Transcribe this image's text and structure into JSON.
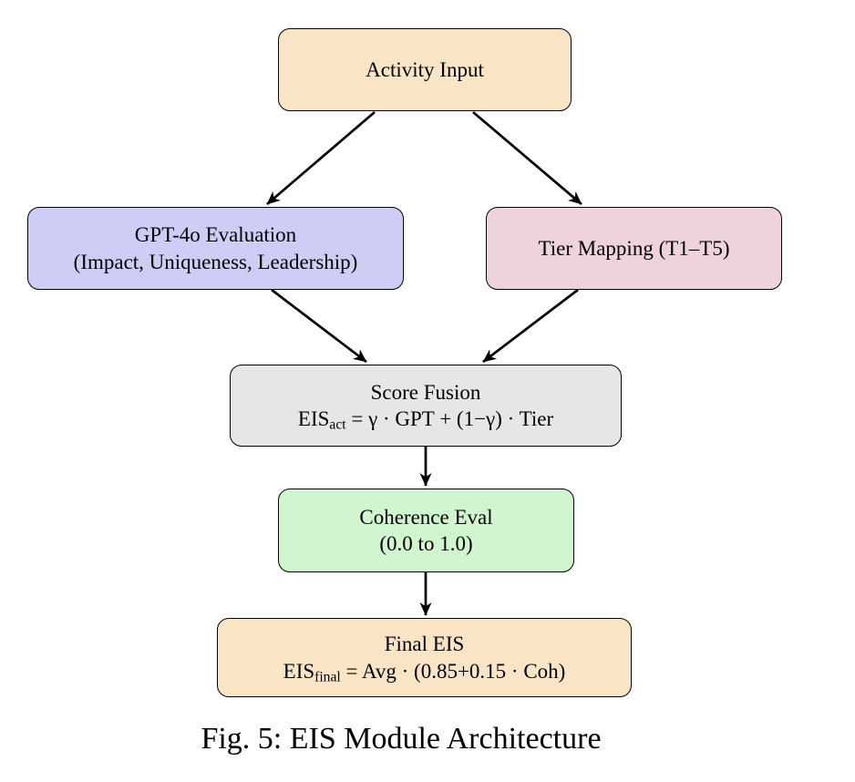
{
  "figure": {
    "caption": "Fig. 5: EIS Module Architecture"
  },
  "colors": {
    "peach": "#FAE4C6",
    "lavender": "#CDCDF6",
    "pink": "#EED3DE",
    "gray": "#E6E6E6",
    "green": "#D0F5CF",
    "border": "#000000",
    "arrow": "#000000",
    "background": "#FFFFFF"
  },
  "nodes": {
    "activity_input": {
      "label": "Activity Input",
      "fill": "#FAE4C6"
    },
    "gpt_evaluation": {
      "line1": "GPT-4o Evaluation",
      "line2": "(Impact, Uniqueness, Leadership)",
      "fill": "#CDCDF6"
    },
    "tier_mapping": {
      "label": "Tier Mapping (T1–T5)",
      "fill": "#EED3DE"
    },
    "score_fusion": {
      "line1": "Score Fusion",
      "formula": {
        "base": "EIS",
        "sub": "act",
        "rest": " = γ · GPT + (1−γ) · Tier"
      },
      "fill": "#E6E6E6"
    },
    "coherence_eval": {
      "line1": "Coherence Eval",
      "line2": "(0.0 to 1.0)",
      "fill": "#D0F5CF"
    },
    "final_eis": {
      "line1": "Final EIS",
      "formula": {
        "base": "EIS",
        "sub": "final",
        "rest": " = Avg · (0.85+0.15 · Coh)"
      },
      "fill": "#FAE4C6"
    }
  },
  "edges": [
    {
      "from": "activity_input",
      "to": "gpt_evaluation"
    },
    {
      "from": "activity_input",
      "to": "tier_mapping"
    },
    {
      "from": "gpt_evaluation",
      "to": "score_fusion"
    },
    {
      "from": "tier_mapping",
      "to": "score_fusion"
    },
    {
      "from": "score_fusion",
      "to": "coherence_eval"
    },
    {
      "from": "coherence_eval",
      "to": "final_eis"
    }
  ]
}
